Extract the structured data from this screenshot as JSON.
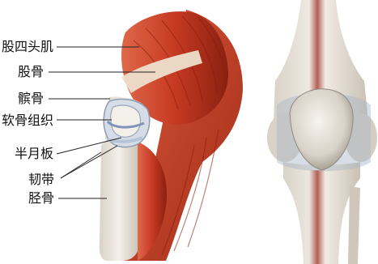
{
  "labels": {
    "quadriceps": "股四头肌",
    "femur": "股骨",
    "patella": "髌骨",
    "cartilage": "软骨组织",
    "meniscus": "半月板",
    "ligament": "韧带",
    "tibia": "胫骨"
  },
  "colors": {
    "muscle": "#c8402a",
    "muscle_dark": "#8e2414",
    "tendon": "#ead9c8",
    "bone": "#e9e3da",
    "cartilage": "#b9c6d6",
    "leader_line": "#222222"
  }
}
